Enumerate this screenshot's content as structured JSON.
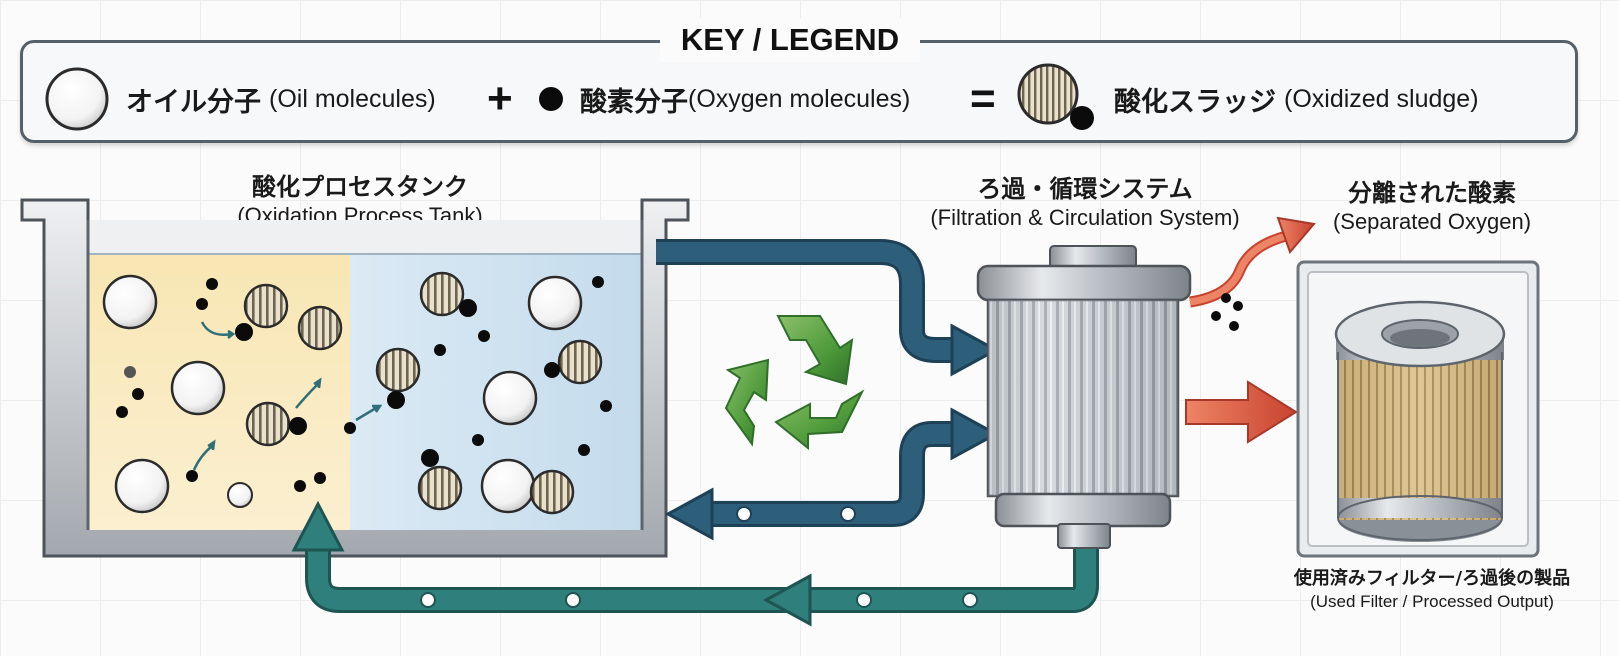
{
  "legend": {
    "title": "KEY / LEGEND",
    "oil_jp": "オイル分子",
    "oil_en": "(Oil molecules)",
    "plus": "+",
    "oxygen_jp": "酸素分子",
    "oxygen_en": "(Oxygen molecules)",
    "equals": "=",
    "sludge_jp": "酸化スラッジ",
    "sludge_en": "(Oxidized sludge)"
  },
  "tank": {
    "title_jp": "酸化プロセスタンク",
    "title_en": "(Oxidation Process Tank)"
  },
  "filtration": {
    "title_jp": "ろ過・循環システム",
    "title_en": "(Filtration & Circulation System)"
  },
  "separated_oxygen": {
    "title_jp": "分離された酸素",
    "title_en": "(Separated Oxygen)"
  },
  "used_filter": {
    "title_jp": "使用済みフィルター/ろ過後の製品",
    "title_en": "(Used Filter / Processed Output)"
  },
  "icons": {
    "recycle": "recycle-icon",
    "filter": "filter-cartridge-icon",
    "output_filter": "filter-element-icon"
  },
  "colors": {
    "pipe_blue": "#2e5f7a",
    "pipe_teal": "#2f7f7c",
    "recycle_green": "#4e9a3a",
    "output_arrow": "#d6533e",
    "tank_warm": "#f8e6b3",
    "tank_cool": "#cfe3f1"
  }
}
